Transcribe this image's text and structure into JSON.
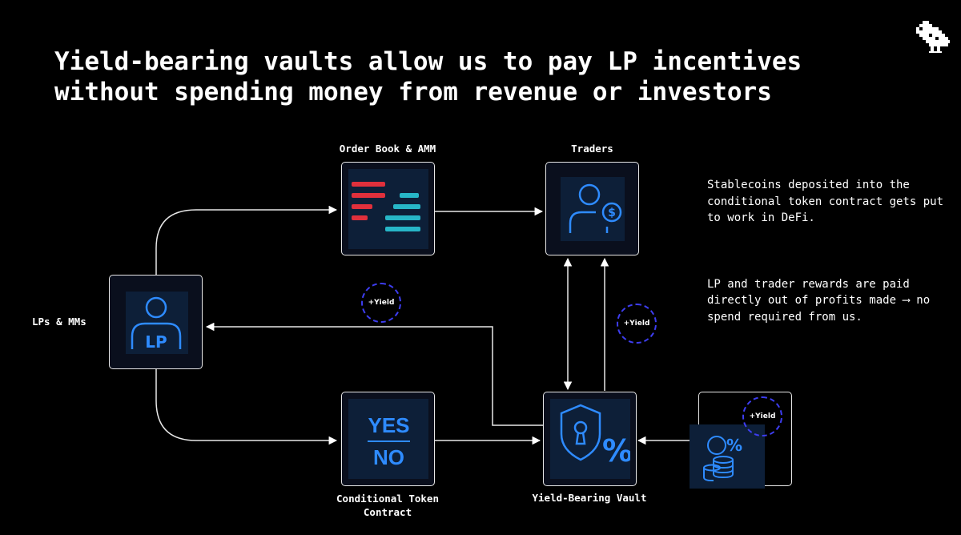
{
  "title": {
    "line1": "Yield-bearing vaults allow us to pay LP incentives",
    "line2": "without spending money from revenue or investors"
  },
  "nodes": {
    "order_book": {
      "label": "Order Book & AMM"
    },
    "traders": {
      "label": "Traders"
    },
    "lps": {
      "label": "LPs & MMs",
      "icon_text": "LP"
    },
    "conditional_token": {
      "label_line1": "Conditional Token",
      "label_line2": "Contract",
      "yes": "YES",
      "no": "NO"
    },
    "vault": {
      "label": "Yield-Bearing Vault",
      "percent": "%"
    },
    "defi": {
      "percent": "%"
    }
  },
  "yield_badges": {
    "lp": "+Yield",
    "traders": "+Yield",
    "defi": "+Yield"
  },
  "notes": {
    "paragraph1": "Stablecoins deposited into the conditional token contract gets put to work in DeFi.",
    "paragraph2": "LP and trader rewards are paid directly out of profits made ⟶ no spend required from us."
  },
  "icons": {
    "logo": "pixel-bird-icon",
    "order_book": "order-book-icon",
    "traders": "trader-dollar-icon",
    "lps": "lp-person-icon",
    "vault": "shield-keyhole-icon",
    "defi": "coins-percent-icon"
  },
  "colors": {
    "background": "#000000",
    "accent_blue": "#2e8bff",
    "order_red": "#e0303c",
    "order_teal": "#27b6c7",
    "yield_dashed": "#3d3df0"
  }
}
